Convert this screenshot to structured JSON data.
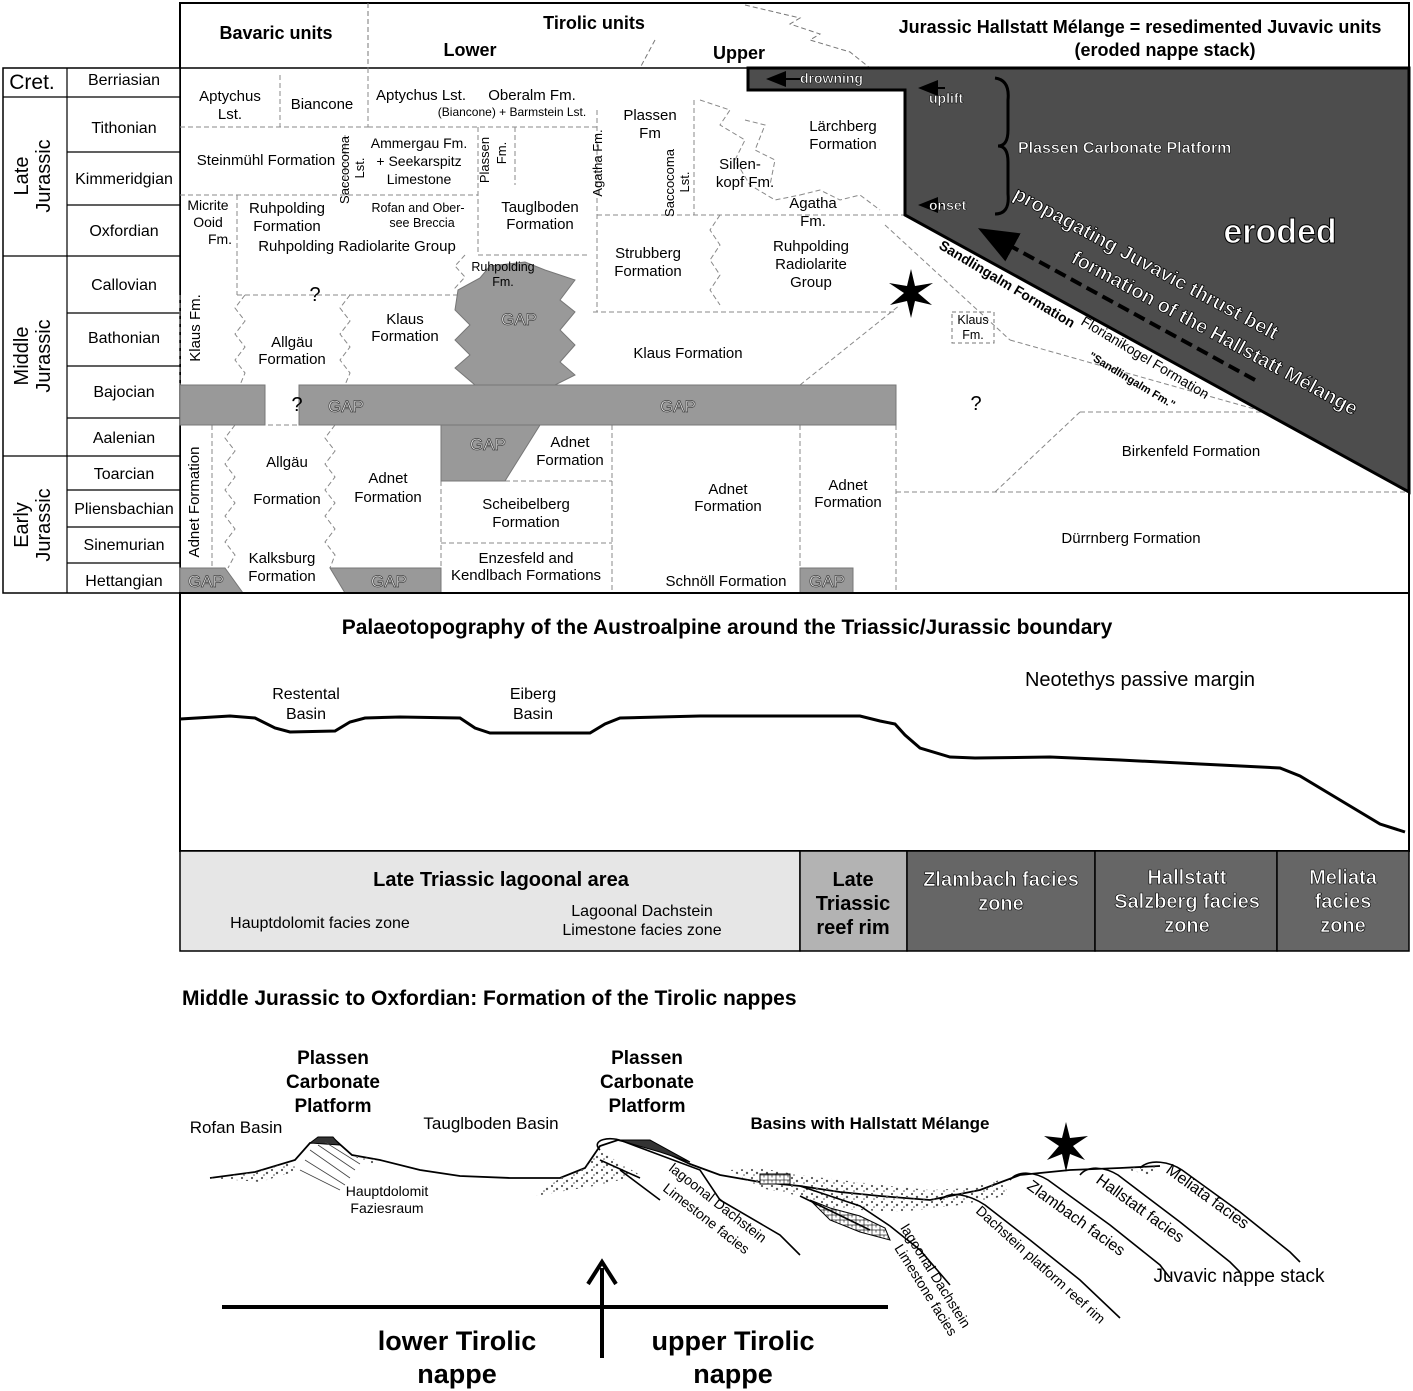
{
  "header": {
    "bavaric": "Bavaric units",
    "tirolic": "Tirolic units",
    "lower": "Lower",
    "upper": "Upper",
    "juvavic_line1": "Jurassic Hallstatt Mélange = resedimented Juvavic units",
    "juvavic_line2": "(eroded nappe stack)"
  },
  "periods": [
    {
      "id": "cret",
      "label": "Cret."
    },
    {
      "id": "late",
      "label1": "Late",
      "label2": "Jurassic"
    },
    {
      "id": "middle",
      "label1": "Middle",
      "label2": "Jurassic"
    },
    {
      "id": "early",
      "label1": "Early",
      "label2": "Jurassic"
    }
  ],
  "stages": [
    "Berriasian",
    "Tithonian",
    "Kimmeridgian",
    "Oxfordian",
    "Callovian",
    "Bathonian",
    "Bajocian",
    "Aalenian",
    "Toarcian",
    "Pliensbachian",
    "Sinemurian",
    "Hettangian"
  ],
  "gap_label": "GAP",
  "question": "?",
  "units": {
    "aptychus1a": "Aptychus",
    "aptychus1b": "Lst.",
    "biancone": "Biancone",
    "aptychus2": "Aptychus Lst.",
    "oberalm": "Oberalm Fm.",
    "biancone_barmstein": "(Biancone) + Barmstein Lst.",
    "plassen_a": "Plassen",
    "plassen_b": "Fm",
    "larchberg_a": "Lärchberg",
    "larchberg_b": "Formation",
    "drowning": "drowning",
    "uplift": "uplift",
    "onset": "onset",
    "plassen_platform": "Plassen Carbonate Platform",
    "eroded": "eroded",
    "thrust1": "propagating Juvavic thrust belt",
    "thrust2": "formation of the Hallstatt Mélange",
    "steinmuhl": "Steinmühl Formation",
    "saccocoma_a": "Saccocoma",
    "saccocoma_b": "Lst.",
    "ammergau1": "Ammergau Fm.",
    "ammergau2": "+ Seekarspitz",
    "ammergau3": "Limestone",
    "plassen_v1": "Plassen",
    "plassen_v2": "Fm.",
    "agatha_v": "Agatha Fm.",
    "sillenkopf1": "Sillen-",
    "sillenkopf2": "kopf Fm.",
    "agatha1": "Agatha",
    "agatha2": "Fm.",
    "micrite1": "Micrite",
    "micrite2": "Ooid",
    "micrite3": "Fm.",
    "ruhpolding_fm1": "Ruhpolding",
    "ruhpolding_fm2": "Formation",
    "ruhpolding_rad_group": "Ruhpolding Radiolarite Group",
    "rofan1": "Rofan and Ober-",
    "rofan2": "see Breccia",
    "tauglboden1": "Tauglboden",
    "tauglboden2": "Formation",
    "strubberg1": "Strubberg",
    "strubberg2": "Formation",
    "ruhpolding_r1": "Ruhpolding",
    "ruhpolding_r2": "Radiolarite",
    "ruhpolding_r3": "Group",
    "sandlingalm": "Sandlingalm Formation",
    "florianikogel": "Florianikogel Formation",
    "sandlingalm_q": "\"Sandlingalm Fm.\"",
    "ruhpolding_s1": "Ruhpolding",
    "ruhpolding_s2": "Fm.",
    "klaus_v": "Klaus Fm.",
    "allgau_m1": "Allgäu",
    "allgau_m2": "Formation",
    "klaus_m1": "Klaus",
    "klaus_m2": "Formation",
    "klaus_formation": "Klaus Formation",
    "klaus_small1": "Klaus",
    "klaus_small2": "Fm.",
    "adnet_v": "Adnet Formation",
    "allgau_e1": "Allgäu",
    "allgau_e2": "Formation",
    "adnet_a1": "Adnet",
    "adnet_a2": "Formation",
    "kalksburg1": "Kalksburg",
    "kalksburg2": "Formation",
    "adnet_b1": "Adnet",
    "adnet_b2": "Formation",
    "scheibelberg1": "Scheibelberg",
    "scheibelberg2": "Formation",
    "enzesfeld1": "Enzesfeld and",
    "enzesfeld2": "Kendlbach Formations",
    "adnet_c1": "Adnet",
    "adnet_c2": "Formation",
    "schnoll": "Schnöll Formation",
    "adnet_d1": "Adnet",
    "adnet_d2": "Formation",
    "birkenfeld": "Birkenfeld Formation",
    "durrnberg": "Dürrnberg Formation"
  },
  "palaeo": {
    "title": "Palaeotopography of the Austroalpine around the Triassic/Jurassic boundary",
    "restental1": "Restental",
    "restental2": "Basin",
    "eiberg1": "Eiberg",
    "eiberg2": "Basin",
    "neotethys": "Neotethys passive margin"
  },
  "zones": {
    "lagoonal_title": "Late Triassic lagoonal area",
    "hauptdolomit": "Hauptdolomit facies zone",
    "lagoonal_dach1": "Lagoonal Dachstein",
    "lagoonal_dach2": "Limestone facies zone",
    "reef1": "Late",
    "reef2": "Triassic",
    "reef3": "reef rim",
    "zlambach1": "Zlambach facies",
    "zlambach2": "zone",
    "hallstatt1": "Hallstatt",
    "hallstatt2": "Salzberg facies",
    "hallstatt3": "zone",
    "meliata1": "Meliata",
    "meliata2": "facies",
    "meliata3": "zone"
  },
  "section": {
    "title": "Middle Jurassic to Oxfordian: Formation of the Tirolic nappes",
    "rofan_basin": "Rofan Basin",
    "pcp_a1": "Plassen",
    "pcp_a2": "Carbonate",
    "pcp_a3": "Platform",
    "hauptdolomit1": "Hauptdolomit",
    "hauptdolomit2": "Faziesraum",
    "taugl_basin": "Tauglboden Basin",
    "pcp_b1": "Plassen",
    "pcp_b2": "Carbonate",
    "pcp_b3": "Platform",
    "lagoonal1a": "lagoonal Dachstein",
    "lagoonal1b": "Limestone facies",
    "hallstatt_melange": "Basins with Hallstatt Mélange",
    "lagoonal2a": "lagoonal Dachstein",
    "lagoonal2b": "Limestone facies",
    "dachstein_reef": "Dachstein platform reef rim",
    "zlambach": "Zlambach facies",
    "hallstatt": "Hallstatt facies",
    "meliata": "Meliata facies",
    "juvavic_stack": "Juvavic nappe stack",
    "lower_tirolic1": "lower Tirolic",
    "lower_tirolic2": "nappe",
    "upper_tirolic1": "upper Tirolic",
    "upper_tirolic2": "nappe"
  },
  "colors": {
    "gap_gray": "#999999",
    "dark_gray": "#4d4d4d",
    "light_gray": "#e6e6e6",
    "mid_gray": "#b3b3b3",
    "zone_dark": "#666666"
  }
}
